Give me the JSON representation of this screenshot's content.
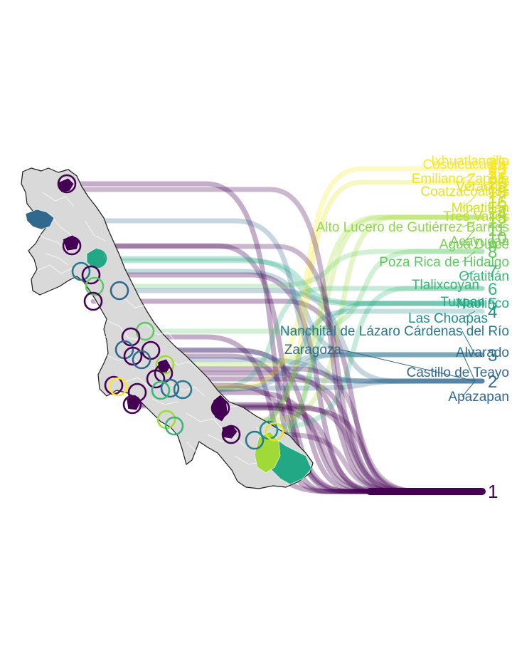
{
  "map": {
    "state_fill": "#d9d9d9",
    "state_stroke": "#1a1a1a",
    "border_color": "#ffffff",
    "palette": {
      "1": "#440154",
      "2": "#31688e",
      "3": "#2a788e",
      "4": "#21908d",
      "5": "#22a884",
      "6": "#35b779",
      "7": "#35b779",
      "8": "#5ec962",
      "9": "#6ccd5a",
      "10": "#7ad151",
      "11": "#7ad151",
      "12": "#8fd744",
      "13": "#a0da39",
      "14": "#addc30",
      "15": "#bddf26",
      "16": "#c8e020",
      "17": "#d2e21b",
      "18": "#dde318",
      "19": "#e4e419",
      "20": "#e7e419",
      "21": "#eae51a",
      "22": "#f1e51d",
      "23": "#fde725",
      "24": "#fde725",
      "25": "#fde725"
    }
  },
  "ranks": [
    {
      "label": "1",
      "color": "#440154"
    },
    {
      "label": "2",
      "color": "#31688e"
    },
    {
      "label": "3",
      "color": "#2a788e"
    },
    {
      "label": "4",
      "color": "#21908d"
    },
    {
      "label": "5",
      "color": "#22a884"
    },
    {
      "label": "6",
      "color": "#35b779"
    },
    {
      "label": "7",
      "color": "#35b779"
    },
    {
      "label": "8",
      "color": "#5ec962"
    },
    {
      "label": "9",
      "color": "#6ccd5a"
    },
    {
      "label": "10",
      "color": "#7ad151"
    },
    {
      "label": "11",
      "color": "#7ad151"
    },
    {
      "label": "12",
      "color": "#8fd744"
    },
    {
      "label": "13",
      "color": "#a0da39"
    },
    {
      "label": "14",
      "color": "#addc30"
    },
    {
      "label": "15",
      "color": "#bddf26"
    },
    {
      "label": "16",
      "color": "#c8e020"
    },
    {
      "label": "17",
      "color": "#d2e21b"
    },
    {
      "label": "18",
      "color": "#dde318"
    },
    {
      "label": "19",
      "color": "#e4e419"
    },
    {
      "label": "20",
      "color": "#e7e419"
    },
    {
      "label": "21",
      "color": "#eae51a"
    },
    {
      "label": "22",
      "color": "#f1e51d"
    },
    {
      "label": "23",
      "color": "#fde725"
    },
    {
      "label": "24",
      "color": "#fde725"
    },
    {
      "label": "25",
      "color": "#fde725"
    }
  ],
  "municipalities": [
    {
      "name": "Cosoleacaque",
      "rank": 25
    },
    {
      "name": "Ixhuatlancillo",
      "rank": 24
    },
    {
      "name": "Emiliano Zapata",
      "rank": 22
    },
    {
      "name": "Coatzacoalcos",
      "rank": 20
    },
    {
      "name": "Veracruz",
      "rank": 19
    },
    {
      "name": "Minatitlán",
      "rank": 17
    },
    {
      "name": "Tres Valles",
      "rank": 15
    },
    {
      "name": "Alto Lucero de Gutiérrez Barrios",
      "rank": 12
    },
    {
      "name": "Agua Dulce",
      "rank": 11
    },
    {
      "name": "Acayucan",
      "rank": 10
    },
    {
      "name": "Poza Rica de Hidalgo",
      "rank": 8
    },
    {
      "name": "Otatitlán",
      "rank": 7
    },
    {
      "name": "Tlalixcoyan",
      "rank": 6
    },
    {
      "name": "Tuxpan",
      "rank": 5
    },
    {
      "name": "Naolinco",
      "rank": 5
    },
    {
      "name": "Las Choapas",
      "rank": 4
    },
    {
      "name": "Nanchital de Lázaro Cárdenas del Río",
      "rank": 3
    },
    {
      "name": "Zaragoza",
      "rank": 2
    },
    {
      "name": "Alvarado",
      "rank": 2
    },
    {
      "name": "Castillo de Teayo",
      "rank": 2
    },
    {
      "name": "Apazapan",
      "rank": 2
    }
  ]
}
